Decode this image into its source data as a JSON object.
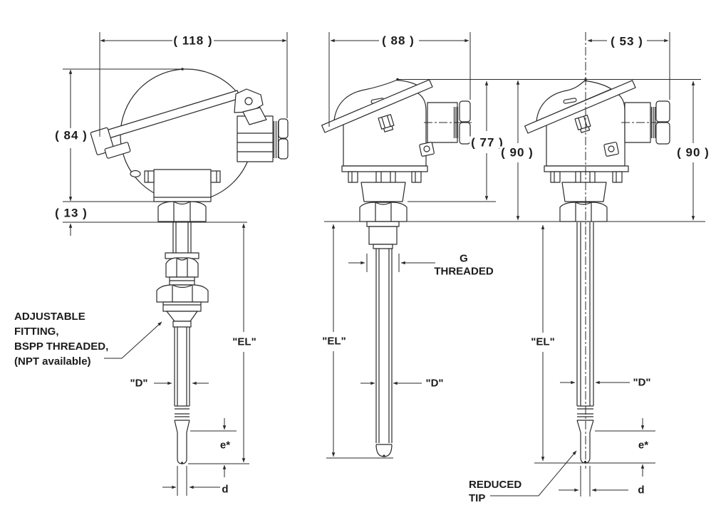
{
  "drawing": {
    "type": "technical dimension drawing, three side views of thermocouple probes with connection heads",
    "line_color": "#2a2a2a",
    "background": "#ffffff"
  },
  "views": {
    "left": {
      "dim_width": "( 118 )",
      "dim_height": "( 84 )",
      "dim_neck": "( 13 )",
      "dim_el": "\"EL\"",
      "dim_sheath_dia": "\"D\"",
      "dim_tip_len": "e*",
      "dim_tip_dia": "d",
      "annotation_lines": [
        "ADJUSTABLE",
        "FITTING,",
        "BSPP THREADED,",
        "(NPT available)"
      ]
    },
    "middle": {
      "dim_width": "( 88 )",
      "dim_height_head": "( 77 )",
      "dim_height_overall": "( 90 )",
      "thread_label_lines": [
        "G",
        "THREADED"
      ],
      "dim_el": "\"EL\"",
      "dim_sheath_dia": "\"D\""
    },
    "right": {
      "dim_width": "( 53 )",
      "dim_height_overall": "( 90 )",
      "dim_el": "\"EL\"",
      "dim_sheath_dia": "\"D\"",
      "dim_tip_len": "e*",
      "dim_tip_dia": "d",
      "annotation_lines": [
        "REDUCED",
        "TIP"
      ]
    }
  }
}
